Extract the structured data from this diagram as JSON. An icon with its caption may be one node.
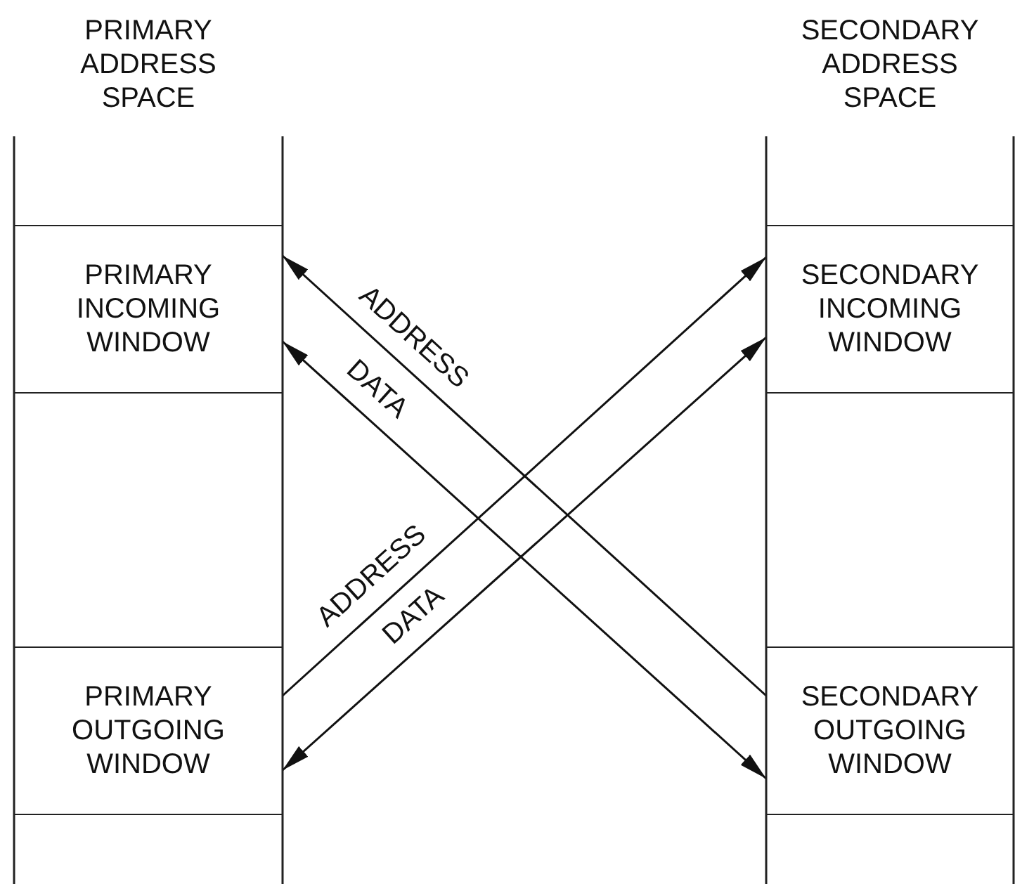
{
  "diagram": {
    "nodes": [
      {
        "text": [
          "PRIMARY ADDRESS SPACE"
        ]
      },
      {
        "text": [
          "PRIMARY INCOMING WINDOW"
        ],
        "in": 0
      },
      {
        "text": [
          "PRIMARY OUTGOING WINDOW"
        ],
        "in": 0
      },
      {
        "text": [
          "SECONDARY ADDRESS SPACE"
        ]
      },
      {
        "text": [
          "SECONDARY INCOMING WINDOW"
        ],
        "in": 3
      },
      {
        "text": [
          "SECONDARY OUTGOING WINDOW"
        ],
        "in": 3
      }
    ],
    "edges": [
      {
        "from": 5,
        "to": 1,
        "arrow": "to",
        "label": "ADDRESS"
      },
      {
        "from": 1,
        "to": 5,
        "arrow": "both",
        "label": "DATA"
      },
      {
        "from": 2,
        "to": 4,
        "arrow": "to",
        "label": "ADDRESS"
      },
      {
        "from": 4,
        "to": 2,
        "arrow": "both",
        "label": "DATA"
      }
    ]
  }
}
